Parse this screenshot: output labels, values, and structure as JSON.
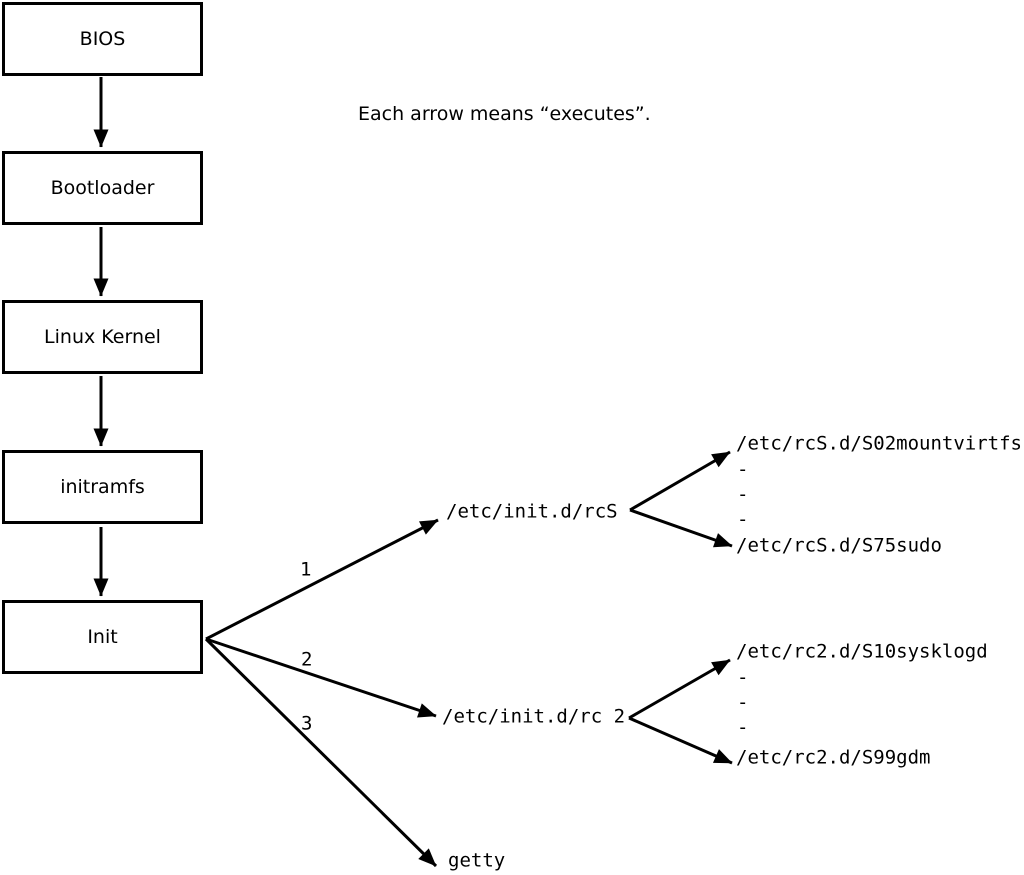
{
  "caption": "Each arrow means “executes”.",
  "chain": [
    {
      "label": "BIOS"
    },
    {
      "label": "Bootloader"
    },
    {
      "label": "Linux Kernel"
    },
    {
      "label": "initramfs"
    },
    {
      "label": "Init"
    }
  ],
  "init_branches": [
    {
      "number": "1",
      "target": "/etc/init.d/rcS"
    },
    {
      "number": "2",
      "target": "/etc/init.d/rc 2"
    },
    {
      "number": "3",
      "target": "getty"
    }
  ],
  "rcS_children": [
    "/etc/rcS.d/S02mountvirtfs",
    "-",
    "-",
    "-",
    "/etc/rcS.d/S75sudo"
  ],
  "rc2_children": [
    "/etc/rc2.d/S10sysklogd",
    "-",
    "-",
    "-",
    "/etc/rc2.d/S99gdm"
  ],
  "colors": {
    "line": "#000000",
    "text": "#000000",
    "background": "#ffffff",
    "box_fill": "#ffffff"
  }
}
